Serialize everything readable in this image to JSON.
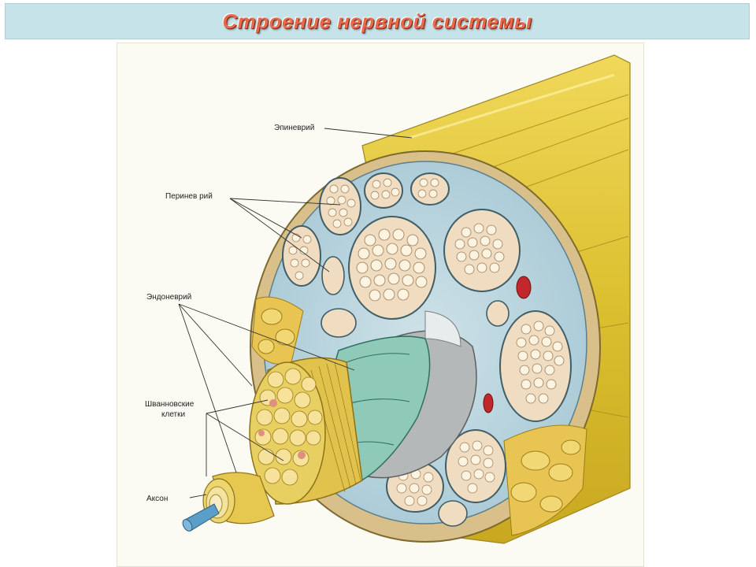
{
  "title": "Строение нервной системы",
  "labels": {
    "epineurium": "Эпиневрий",
    "perineurium": "Перинев рий",
    "endoneurium": "Эндоневрий",
    "schwann_line1": "Шванновские",
    "schwann_line2": "клетки",
    "axon": "Аксон"
  },
  "colors": {
    "title_bar": "#c6e3ea",
    "title_text": "#e86a4c",
    "nerve_sheath": "#e2c63a",
    "fascicle_matrix": "#b9d6e0",
    "fiber": "#f5e2bd",
    "vessel": "#c0282c"
  }
}
